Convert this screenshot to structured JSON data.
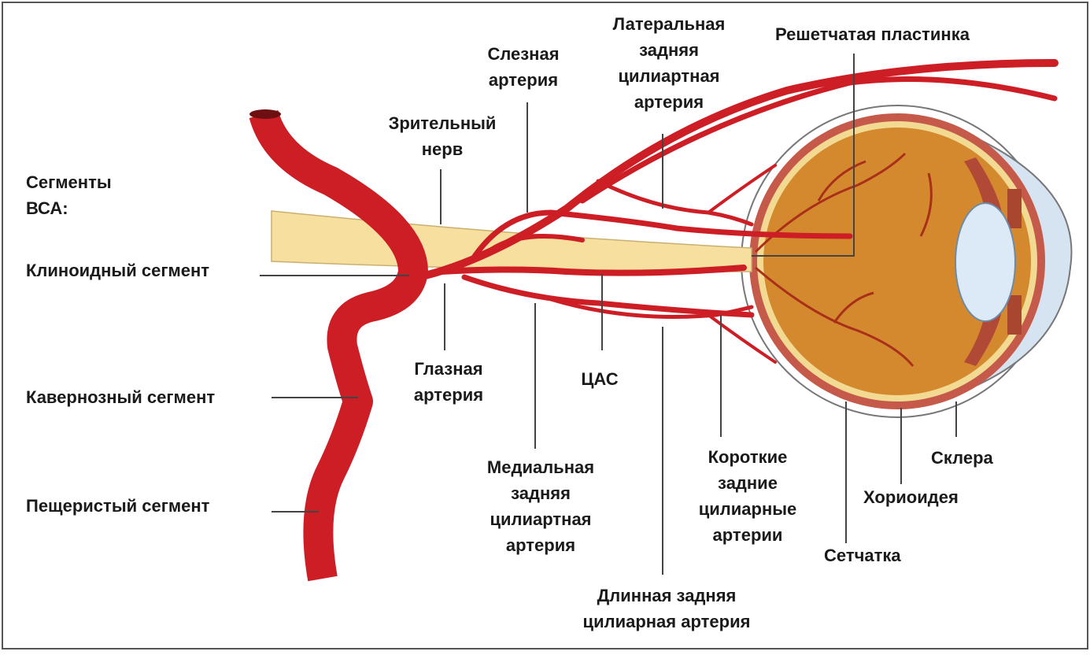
{
  "colors": {
    "artery": "#cc1e24",
    "artery_dark": "#9e1418",
    "nerve": "#f7dfa0",
    "eyeball": "#d4892f",
    "retina": "#f3da92",
    "choroid": "#c65a4a",
    "sclera": "#ffffff",
    "cornea": "#d6e4f2",
    "lens": "#dceaf8",
    "leader_line": "#444444"
  },
  "labels": {
    "segments_title": "Сегменты\nВСА:",
    "clinoid": "Клиноидный сегмент",
    "cavernous": "Кавернозный сегмент",
    "petrous": "Пещеристый сегмент",
    "optic_nerve": "Зрительный\nнерв",
    "lacrimal": "Слезная\nартерия",
    "lateral_pca": "Латеральная\nзадняя\nцилиартная\nартерия",
    "lamina": "Решетчатая пластинка",
    "ophthalmic": "Глазная\nартерия",
    "cra": "ЦАС",
    "medial_pca": "Медиальная\nзадняя\nцилиартная\nартерия",
    "short_pca": "Короткие\nзадние\nцилиарные\nартерии",
    "long_pca": "Длинная задняя\nцилиарная артерия",
    "sclera": "Склера",
    "choroid": "Хориоидея",
    "retina": "Сетчатка"
  }
}
